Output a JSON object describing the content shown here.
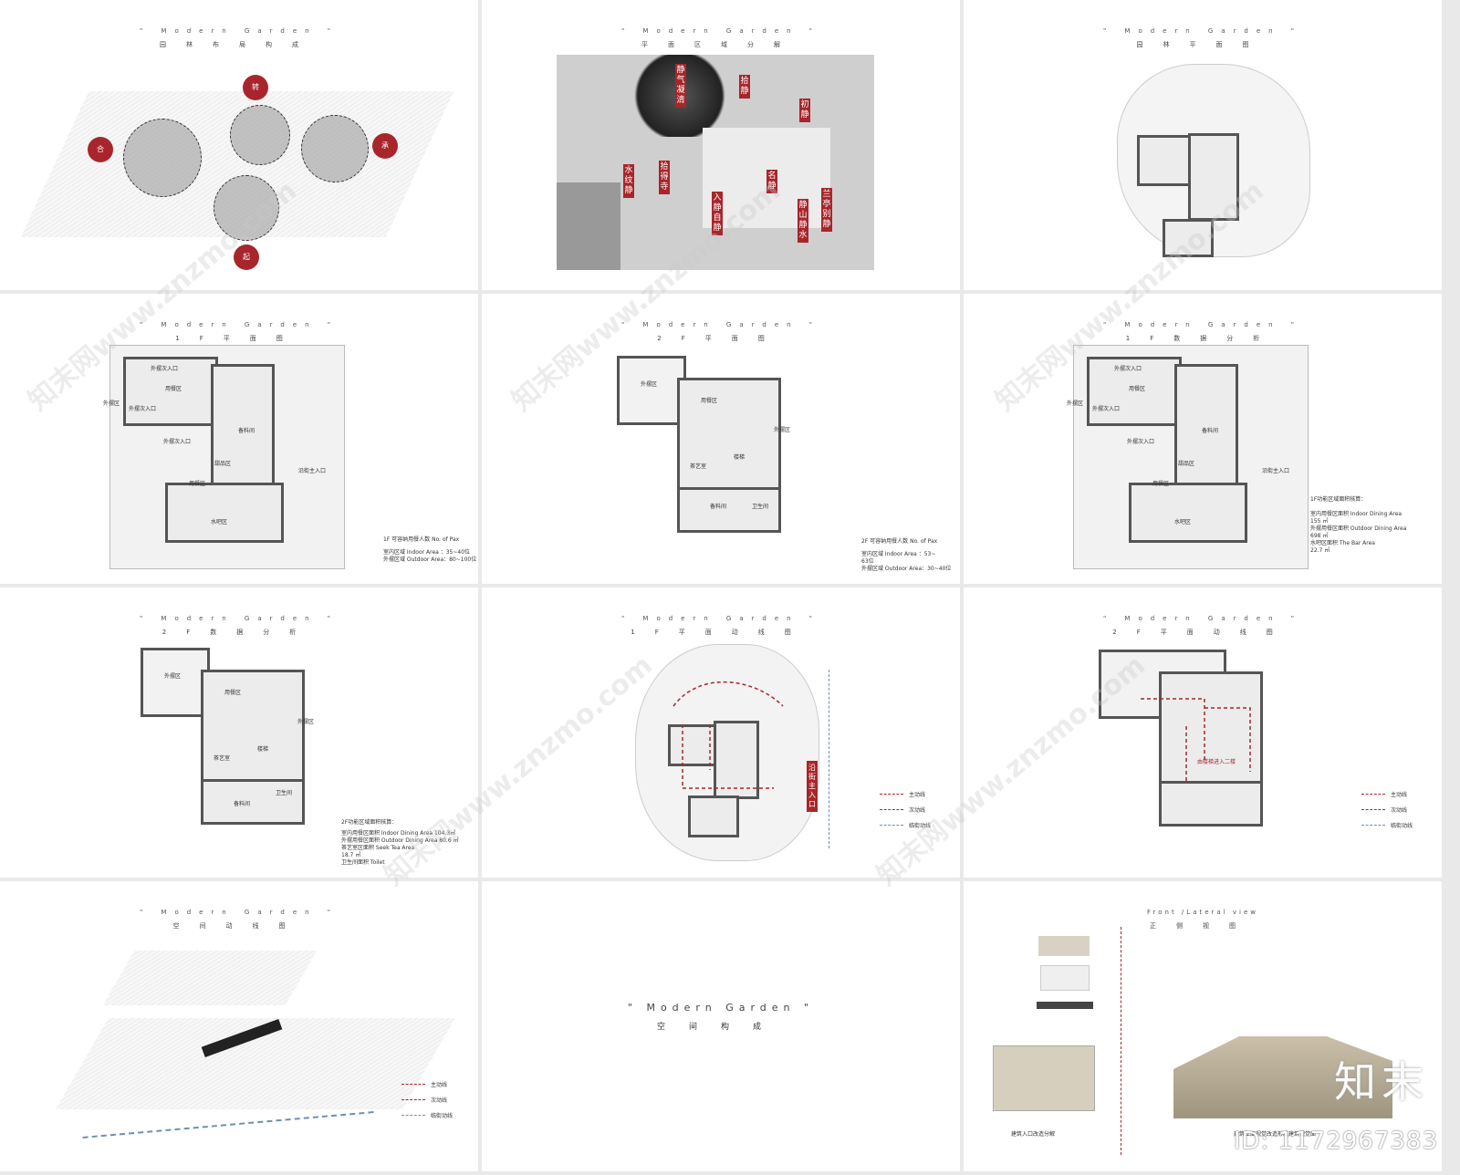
{
  "panels": {
    "p1": {
      "title": "\" Modern Garden \"",
      "subtitle": "园林布局构成",
      "badges": {
        "top": "转",
        "left": "合",
        "right": "承",
        "bottom": "起"
      }
    },
    "p2": {
      "title": "\" Modern Garden \"",
      "subtitle": "平面区域分解",
      "tags": [
        "静气凝清",
        "拾静",
        "初静",
        "水纹静",
        "拾得寺",
        "名静",
        "入静自静",
        "静山静水",
        "兰亭别静"
      ]
    },
    "p3": {
      "title": "\" Modern Garden \"",
      "subtitle": "园林平面图"
    },
    "p4": {
      "title": "\" Modern Garden \"",
      "subtitle": "1F平面图",
      "labels": [
        "外摆次入口",
        "外摆区",
        "用餐区",
        "外摆次入口",
        "外摆次入口",
        "备料间",
        "甜品区",
        "用餐区",
        "水吧区",
        "沿街主入口"
      ],
      "note_head": "1F 可容纳用餐人数 No. of Pax",
      "note_lines": [
        "室内区域 Indoor Area  ：35~40位",
        "外摆区域 Outdoor Area：80~100位"
      ]
    },
    "p5": {
      "title": "\" Modern Garden \"",
      "subtitle": "2F平面图",
      "labels": [
        "外摆区",
        "用餐区",
        "外摆区",
        "茶艺室",
        "楼梯",
        "备料间",
        "卫生间"
      ],
      "note_head": "2F 可容纳用餐人数 No. of Pax",
      "note_lines": [
        "室内区域 Indoor Area  ：53~",
        "63位",
        "外摆区域 Outdoor Area：30~40位"
      ]
    },
    "p6": {
      "title": "\" Modern Garden \"",
      "subtitle": "1F数据分析",
      "labels": [
        "外摆次入口",
        "外摆区",
        "用餐区",
        "外摆次入口",
        "外摆次入口",
        "备料间",
        "甜品区",
        "用餐区",
        "水吧区",
        "沿街主入口"
      ],
      "note_head": "1F功能区域面积核算：",
      "note_lines": [
        "室内用餐区面积   Indoor Dining Area",
        "155 ㎡",
        "外摆用餐区面积   Outdoor Dining Area",
        "698 ㎡",
        "水吧区面积      The Bar Area",
        "22.7 ㎡"
      ]
    },
    "p7": {
      "title": "\" Modern Garden \"",
      "subtitle": "2F数据分析",
      "labels": [
        "外摆区",
        "用餐区",
        "外摆区",
        "茶艺室",
        "楼梯",
        "卫生间",
        "备料间"
      ],
      "note_head": "2F功能区域面积核算：",
      "note_lines": [
        "室内用餐区面积  Indoor Dining Area        104.3㎡",
        "外摆用餐区面积  Outdoor Dining Area       80.6 ㎡",
        "茶艺室区面积    Seek Tea Area",
        "18.7 ㎡",
        "卫生间面积      Toilet"
      ]
    },
    "p8": {
      "title": "\" Modern Garden \"",
      "subtitle": "1F平面动线图",
      "entrance": "沿街主入口"
    },
    "p9": {
      "title": "\" Modern Garden \"",
      "subtitle": "2F平面动线图",
      "tag": "由楼梯进入二楼"
    },
    "p10": {
      "title": "\" Modern Garden \"",
      "subtitle": "空间动线图"
    },
    "p11": {
      "title": "\" Modern Garden \"",
      "subtitle": "空间构成"
    },
    "p12": {
      "title": "Front /Lateral view",
      "subtitle": "正侧视图",
      "cap_left": "建筑入口改造分解",
      "cap_right": "建筑立面视觉改造形成建筑视觉面"
    }
  },
  "legend": {
    "main": "主动线",
    "secondary": "次动线",
    "street": "临街动线"
  },
  "brand": {
    "mark": "知末",
    "id": "ID: 1172967383",
    "watermark": "知末网www.znzmo.com"
  },
  "colors": {
    "accent": "#a8262b",
    "street_line": "#6d8fb5"
  }
}
